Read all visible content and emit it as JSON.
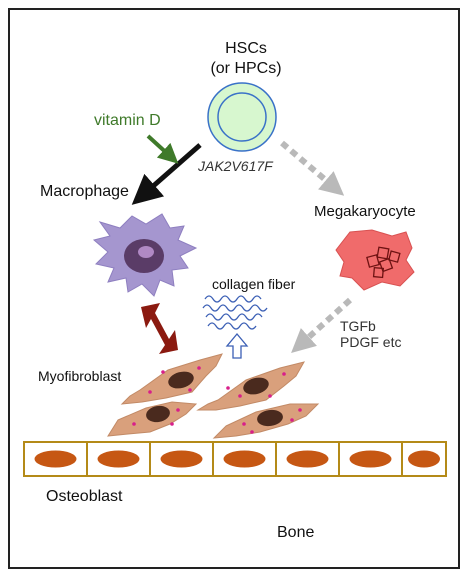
{
  "labels": {
    "hsc_line1": "HSCs",
    "hsc_line2": "(or HPCs)",
    "vitamin_d": "vitamin D",
    "mutation": "JAK2V617F",
    "macrophage": "Macrophage",
    "megakaryocyte": "Megakaryocyte",
    "collagen": "collagen fiber",
    "tgfb": "TGFb",
    "pdgf": "PDGF etc",
    "myofibroblast": "Myofibroblast",
    "osteoblast": "Osteoblast",
    "bone": "Bone"
  },
  "colors": {
    "hsc_fill": "#d7f7cf",
    "hsc_ring": "#3a72c8",
    "vitamin_d": "#3f7a2a",
    "macrophage": "#a596cf",
    "macrophage_nucleus": "#5a3c67",
    "megakaryocyte": "#f06b6b",
    "collagen": "#3b5fb5",
    "double_arrow": "#8b1a10",
    "fibroblast": "#d9a07c",
    "fibroblast_nucleus": "#4a2a1e",
    "osteoblast_border": "#b48a18",
    "osteoblast_nucleus": "#c65713",
    "dashed_arrow": "#b9b9b9"
  }
}
